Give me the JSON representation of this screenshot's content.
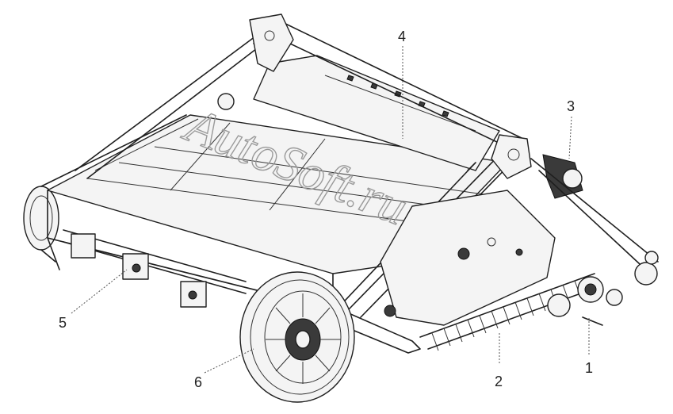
{
  "diagram": {
    "watermark": "AutoSoft.ru",
    "callouts": [
      {
        "id": "callout-1",
        "label": "1"
      },
      {
        "id": "callout-2",
        "label": "2"
      },
      {
        "id": "callout-3",
        "label": "3"
      },
      {
        "id": "callout-4",
        "label": "4"
      },
      {
        "id": "callout-5",
        "label": "5"
      },
      {
        "id": "callout-6",
        "label": "6"
      }
    ]
  }
}
